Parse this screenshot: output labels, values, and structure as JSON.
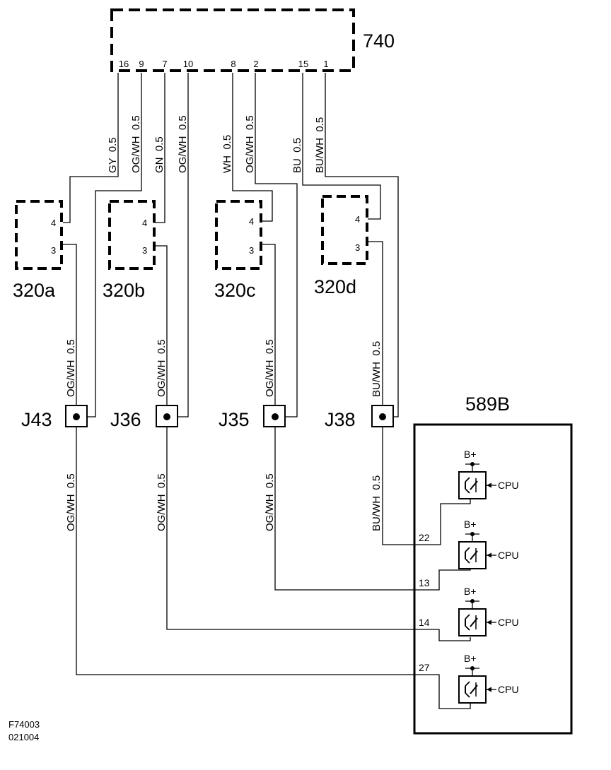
{
  "module_740": {
    "label": "740",
    "pins": [
      "16",
      "9",
      "7",
      "10",
      "8",
      "2",
      "15",
      "1"
    ]
  },
  "module_589b": {
    "label": "589B",
    "pins": [
      "22",
      "13",
      "14",
      "27"
    ],
    "supply_label": "B+",
    "cpu_label": "CPU"
  },
  "components": [
    {
      "label": "320a",
      "pin_upper": "4",
      "pin_lower": "3"
    },
    {
      "label": "320b",
      "pin_upper": "4",
      "pin_lower": "3"
    },
    {
      "label": "320c",
      "pin_upper": "4",
      "pin_lower": "3"
    },
    {
      "label": "320d",
      "pin_upper": "4",
      "pin_lower": "3"
    }
  ],
  "splices": [
    "J43",
    "J36",
    "J35",
    "J38"
  ],
  "wires_top": [
    "GY  0.5",
    "OG/WH  0.5",
    "GN  0.5",
    "OG/WH  0.5",
    "WH  0.5",
    "OG/WH  0.5",
    "BU  0.5",
    "BU/WH  0.5"
  ],
  "wires_mid": [
    "OG/WH  0.5",
    "OG/WH  0.5",
    "OG/WH  0.5",
    "BU/WH  0.5"
  ],
  "wires_low": [
    "OG/WH  0.5",
    "OG/WH  0.5",
    "OG/WH  0.5",
    "BU/WH  0.5"
  ],
  "footer": {
    "line1": "F74003",
    "line2": "021004"
  }
}
